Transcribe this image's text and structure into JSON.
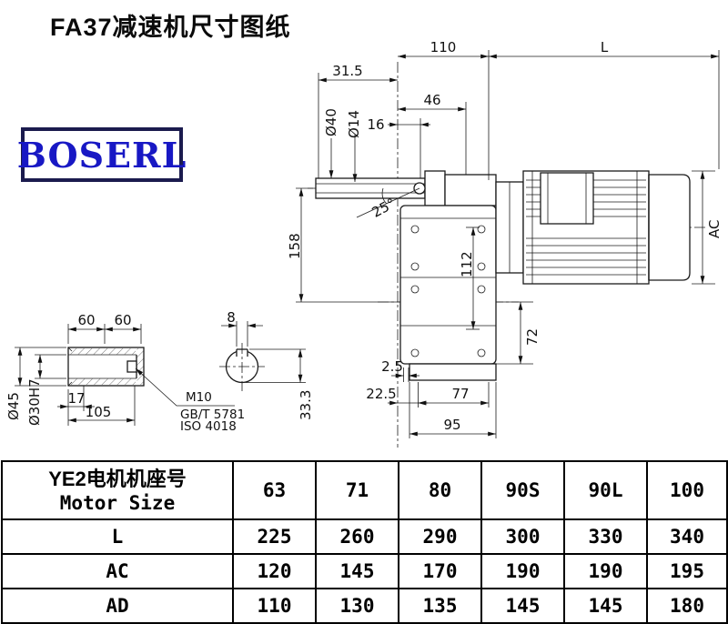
{
  "title": "FA37减速机尺寸图纸",
  "logo": "BOSERL",
  "drawing": {
    "dims": {
      "d110": "110",
      "dL": "L",
      "d31_5": "31.5",
      "d46": "46",
      "d16": "16",
      "d40": "Ø40",
      "d14": "Ø14",
      "d25": "25°",
      "d158": "158",
      "d112": "112",
      "dAC": "AC",
      "d72": "72",
      "d2_5": "2.5",
      "d22_5": "22.5",
      "d77": "77",
      "d95": "95"
    },
    "shaft": {
      "d60a": "60",
      "d60b": "60",
      "d8": "8",
      "d45": "Ø45",
      "d30h7": "Ø30H7",
      "d17": "17",
      "d105": "105",
      "thread": "M10",
      "std1": "GB/T 5781",
      "std2": "ISO 4018",
      "d33_3": "33.3"
    }
  },
  "table": {
    "header_cn": "YE2电机机座号",
    "header_en": "Motor Size",
    "sizes": [
      "63",
      "71",
      "80",
      "90S",
      "90L",
      "100"
    ],
    "rows": [
      {
        "label": "L",
        "values": [
          "225",
          "260",
          "290",
          "300",
          "330",
          "340"
        ]
      },
      {
        "label": "AC",
        "values": [
          "120",
          "145",
          "170",
          "190",
          "190",
          "195"
        ]
      },
      {
        "label": "AD",
        "values": [
          "110",
          "130",
          "135",
          "145",
          "145",
          "180"
        ]
      }
    ]
  }
}
